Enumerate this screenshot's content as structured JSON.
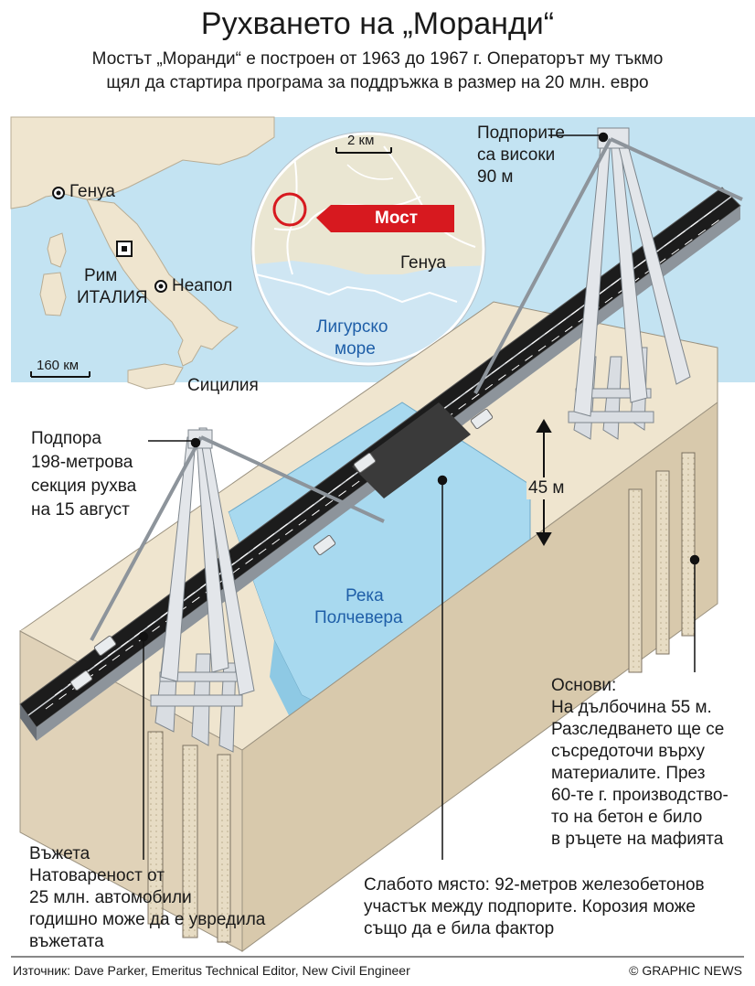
{
  "header": {
    "title": "Рухването на „Моранди“",
    "subtitle_line1": "Мостът „Моранди“ е построен от 1963 до 1967 г. Операторът му тъкмо",
    "subtitle_line2": "щял да стартира програма за поддръжка в размер на 20 млн. евро"
  },
  "map_italy": {
    "city_genoa": "Генуа",
    "city_rome": "Рим",
    "country": "ИТАЛИЯ",
    "city_naples": "Неапол",
    "island_sicily": "Сицилия",
    "scale": "160 км"
  },
  "inset": {
    "scale": "2 км",
    "bridge_tag": "Мост",
    "city": "Генуа",
    "sea_line1": "Лигурско",
    "sea_line2": "море"
  },
  "labels": {
    "pylons_line1": "Подпорите",
    "pylons_line2": "са високи",
    "pylons_line3": "90 м",
    "support_line1": "Подпора",
    "support_line2": "198-метрова",
    "support_line3": "секция рухва",
    "support_line4": "на 15 август",
    "height": "45 м",
    "river_line1": "Река",
    "river_line2": "Полчевера",
    "found_line1": "Основи:",
    "found_line2": "На дълбочина 55 м.",
    "found_line3": "Разследването ще се",
    "found_line4": "съсредоточи върху",
    "found_line5": "материалите. През",
    "found_line6": "60-те г. производство-",
    "found_line7": "то на бетон е било",
    "found_line8": "в ръцете на мафията",
    "stays_line1": "Въжета",
    "stays_line2": "Натовареност от",
    "stays_line3": "25 млн. автомобили",
    "stays_line4": "годишно може да е увредила",
    "stays_line5": "въжетата",
    "weak_line1": "Слабото място:  92-метров железобетонов",
    "weak_line2": "участък между подпорите. Корозия може",
    "weak_line3": "също да е била фактор"
  },
  "footer": {
    "source": "Източник:  Dave Parker, Emeritus Technical Editor, New Civil Engineer",
    "credit": "© GRAPHIC NEWS"
  },
  "colors": {
    "sky_blue": "#bfe3f3",
    "river_blue": "#a8d9ef",
    "land": "#efe5cf",
    "ground_side": "#e0d2b8",
    "concrete": "#d9dde2",
    "road": "#1c1c1c",
    "inset_water": "#cfe6f3",
    "inset_land": "#eae6d2",
    "alert_red": "#d7191f",
    "sea_text": "#1f5fa8"
  }
}
